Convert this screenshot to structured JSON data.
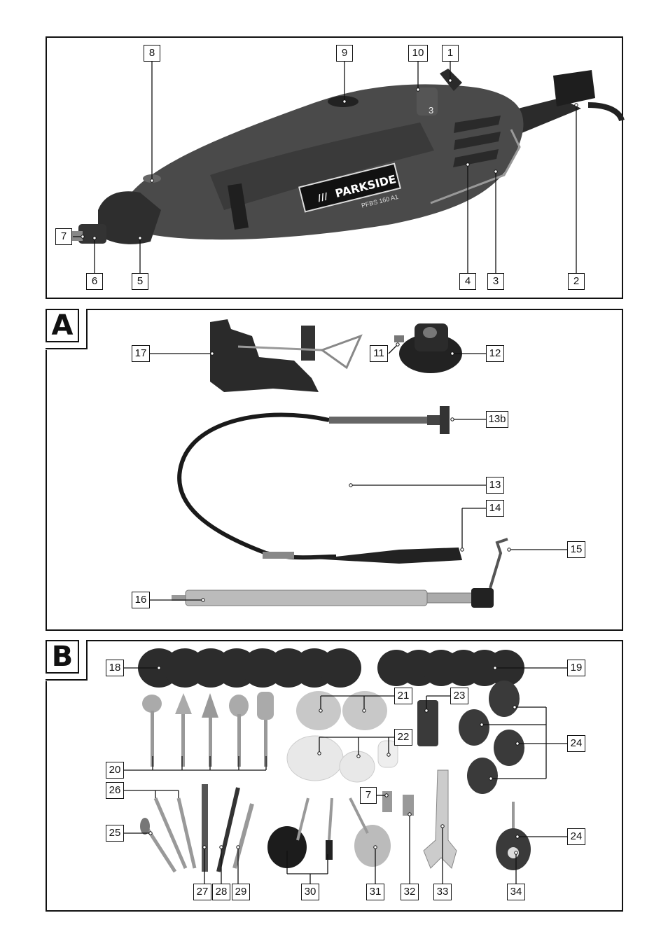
{
  "sections": {
    "a": {
      "letter": "A"
    },
    "b": {
      "letter": "B"
    }
  },
  "device": {
    "brand": "PARKSIDE",
    "model": "PFBS 160 A1",
    "speed_mark": "3"
  },
  "callouts": {
    "main": {
      "c8": "8",
      "c9": "9",
      "c10": "10",
      "c1": "1",
      "c7": "7",
      "c6": "6",
      "c5": "5",
      "c4": "4",
      "c3": "3",
      "c2": "2"
    },
    "a": {
      "c17": "17",
      "c11": "11",
      "c12": "12",
      "c13b": "13b",
      "c13": "13",
      "c14": "14",
      "c15": "15",
      "c16": "16"
    },
    "b": {
      "c18": "18",
      "c19": "19",
      "c21": "21",
      "c23": "23",
      "c22": "22",
      "c24a": "24",
      "c20": "20",
      "c26": "26",
      "c7": "7",
      "c25": "25",
      "c24b": "24",
      "c27": "27",
      "c28": "28",
      "c29": "29",
      "c30": "30",
      "c31": "31",
      "c32": "32",
      "c33": "33",
      "c34": "34"
    }
  }
}
